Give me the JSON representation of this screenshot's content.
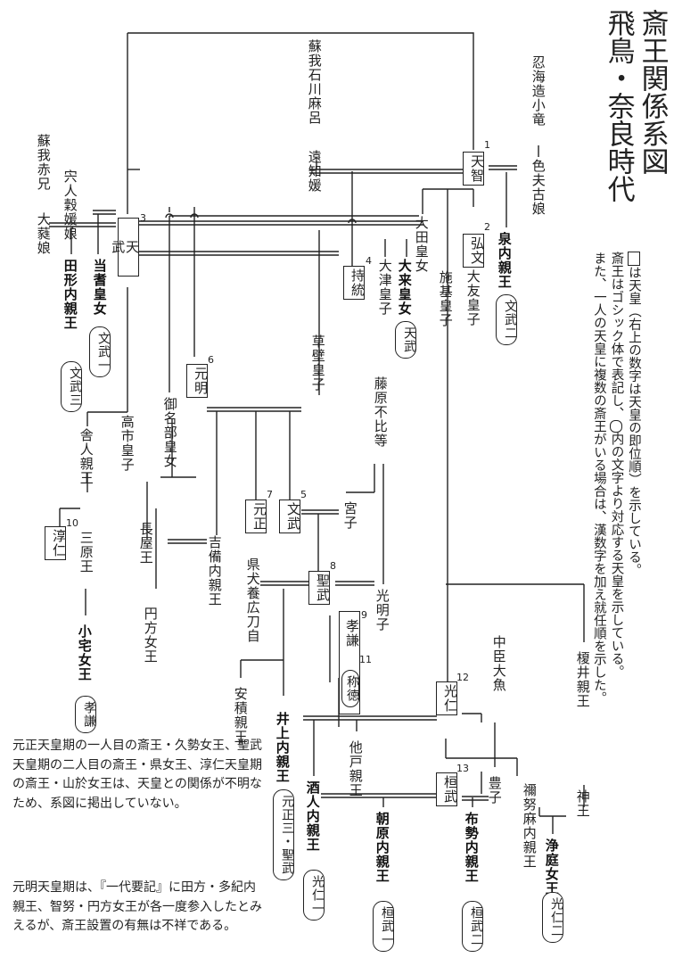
{
  "title": {
    "line1": "斎王関係系図",
    "line2": "飛鳥・奈良時代"
  },
  "legend": {
    "l1_mark": "□",
    "l1": "は天皇（右上の数字は天皇の即位順）を示している。",
    "l2a": "斎王はゴシック体で表記し、",
    "l2_mark": "○",
    "l2b": "内の文字より対応する天皇を示している。",
    "l3": "また、一人の天皇に複数の斎王がいる場合は、漢数字を加え就任順を示した。"
  },
  "people": {
    "oshiumi": "忍海造小竜",
    "shikibuko": "色夫古娘",
    "soga_ishikawa": "蘇我石川麻呂",
    "ochinoiratsume": "遠知媛",
    "soga_akae": "蘇我赤兄",
    "ohonu": "大蕤娘",
    "shishito": "宍人穀媛娘",
    "tagata": "田形内親王",
    "taki": "当耆皇女",
    "oku": "大来皇女",
    "otsu": "大津皇子",
    "ota": "大田皇女",
    "shiki": "施基皇子",
    "izumi": "泉内親王",
    "kusakabe": "草壁皇子",
    "fujiwara_fuhito": "藤原不比等",
    "miyako": "宮子",
    "toneri": "舎人親王",
    "takechi": "高市皇子",
    "minabe": "御名部皇女",
    "nagaya": "長屋王",
    "kibi": "吉備内親王",
    "agata": "県犬養広刀自",
    "komyo": "光明子",
    "mihara": "三原王",
    "omiyake": "小宅女王",
    "madokata": "円方女王",
    "asaka": "安積親王",
    "inoue": "井上内親王",
    "osakabe": "他戸親王",
    "nakatomi": "中臣大魚",
    "enoi": "榎井親王",
    "sakahito": "酒人内親王",
    "asahara": "朝原内親王",
    "ise": "布勢内親王",
    "toyoko": "豊子",
    "ninomu": "禰努麻内親王",
    "kamio": "神王",
    "kiyoniwa": "浄庭女王"
  },
  "emperors": {
    "tenji": "天智",
    "tenji_n": "1",
    "kobun": "弘文",
    "kobun_2": "大友皇子",
    "kobun_n": "2",
    "tenmu1": "天",
    "tenmu2": "武",
    "tenmu_n": "3",
    "jito": "持統",
    "jito_n": "4",
    "monmu": "文武",
    "monmu_n": "5",
    "genmei": "元明",
    "genmei_n": "6",
    "gensho": "元正",
    "gensho_n": "7",
    "shomu": "聖武",
    "shomu_n": "8",
    "koken": "孝謙",
    "koken_n": "9",
    "shotoku": "称徳",
    "shotoku_n": "11",
    "junnin": "淳仁",
    "junnin_n": "10",
    "konin": "光仁",
    "konin_n": "12",
    "kanmu": "桓武",
    "kanmu_n": "13"
  },
  "badges": {
    "izumi": "文武二",
    "tagata": "文武三",
    "taki": "文武一",
    "oku": "天武",
    "omiyake": "孝謙",
    "inoue": "元正三・聖武",
    "sakahito": "光仁一",
    "asahara": "桓武一",
    "ise": "桓武二",
    "kiyoniwa": "光仁二"
  },
  "notes": {
    "p1": "元正天皇期の一人目の斎王・久勢女王、聖武天皇期の二人目の斎王・県女王、淳仁天皇期の斎王・山於女王は、天皇との関係が不明なため、系図に掲出していない。",
    "p2": "元明天皇期は、『一代要記』に田方・多紀内親王、智努・円方女王が各一度参入したとみえるが、斎王設置の有無は不祥である。"
  }
}
